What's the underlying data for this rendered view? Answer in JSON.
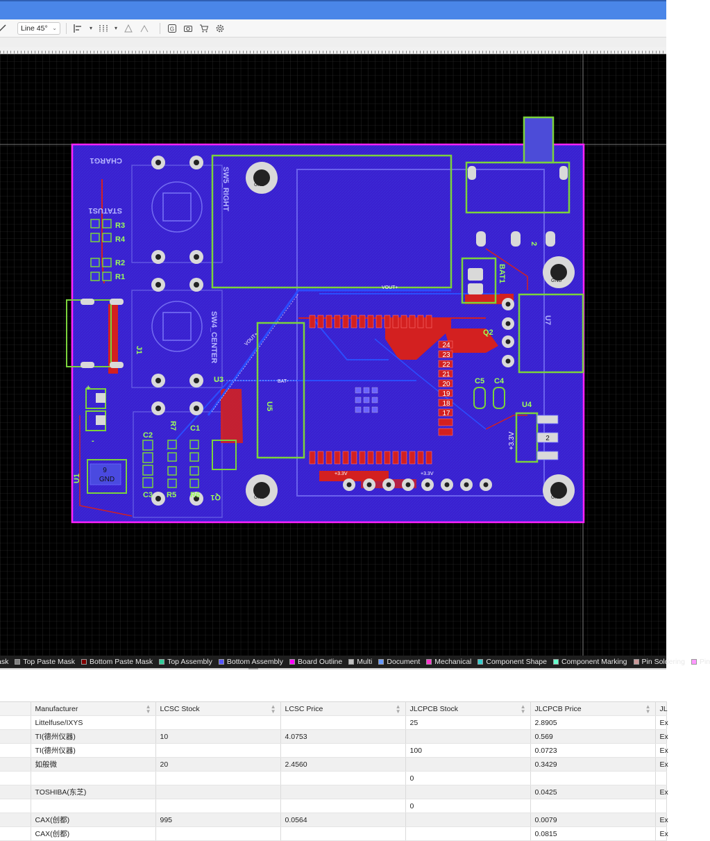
{
  "toolbar": {
    "route_mode": "Line 45°",
    "icons": [
      "route-diagonal-icon",
      "align-icon",
      "distribute-icon",
      "triangle-icon",
      "shape-icon",
      "layer-g-icon",
      "camera-icon",
      "cart-icon",
      "gear-icon"
    ]
  },
  "board": {
    "silkscreen_labels": [
      {
        "id": "charge",
        "text": "CHARG1"
      },
      {
        "id": "status",
        "text": "STATUS1"
      },
      {
        "id": "r3",
        "text": "R3"
      },
      {
        "id": "r4",
        "text": "R4"
      },
      {
        "id": "r2",
        "text": "R2"
      },
      {
        "id": "r1",
        "text": "R1"
      },
      {
        "id": "j1",
        "text": "J1"
      },
      {
        "id": "u1",
        "text": "U1"
      },
      {
        "id": "u1-pin",
        "text": "9"
      },
      {
        "id": "u1-gnd",
        "text": "GND"
      },
      {
        "id": "c2",
        "text": "C2"
      },
      {
        "id": "r7",
        "text": "R7"
      },
      {
        "id": "c1",
        "text": "C1"
      },
      {
        "id": "c3",
        "text": "C3"
      },
      {
        "id": "r5",
        "text": "R5"
      },
      {
        "id": "r6",
        "text": "R6"
      },
      {
        "id": "u3",
        "text": "U3"
      },
      {
        "id": "q1",
        "text": "Q1"
      },
      {
        "id": "u5",
        "text": "U5"
      },
      {
        "id": "sw5",
        "text": "SW5_RIGHT"
      },
      {
        "id": "sw4",
        "text": "SW4_CENTER"
      },
      {
        "id": "bat1",
        "text": "BAT1"
      },
      {
        "id": "q2",
        "text": "Q2"
      },
      {
        "id": "c5",
        "text": "C5"
      },
      {
        "id": "c4",
        "text": "C4"
      },
      {
        "id": "u4",
        "text": "U4"
      },
      {
        "id": "u4-2",
        "text": "2"
      },
      {
        "id": "u4-33",
        "text": "+3.3V"
      },
      {
        "id": "u7",
        "text": "U7"
      },
      {
        "id": "sw2",
        "text": "2"
      },
      {
        "id": "vout",
        "text": "VOUT+"
      },
      {
        "id": "vout2",
        "text": "VOUT+"
      },
      {
        "id": "batm",
        "text": "BAT-"
      },
      {
        "id": "gnd1",
        "text": "GND"
      },
      {
        "id": "gnd2",
        "text": "GND"
      },
      {
        "id": "gnd3",
        "text": "GND"
      },
      {
        "id": "gnd4",
        "text": "GND"
      },
      {
        "id": "v33a",
        "text": "+3.3V"
      },
      {
        "id": "v33b",
        "text": "+3.3V"
      },
      {
        "id": "plus",
        "text": "+"
      },
      {
        "id": "minus",
        "text": "-"
      }
    ],
    "header_numbers": [
      "24",
      "23",
      "22",
      "21",
      "20",
      "19",
      "18",
      "17"
    ]
  },
  "layers": [
    {
      "label": "ask",
      "color": "#777777"
    },
    {
      "label": "Top Paste Mask",
      "color": "#808080"
    },
    {
      "label": "Bottom Paste Mask",
      "color": "#800000"
    },
    {
      "label": "Top Assembly",
      "color": "#33cc99"
    },
    {
      "label": "Bottom Assembly",
      "color": "#5555ff"
    },
    {
      "label": "Board Outline",
      "color": "#ff00ff"
    },
    {
      "label": "Multi",
      "color": "#c0c0c0"
    },
    {
      "label": "Document",
      "color": "#6699ff"
    },
    {
      "label": "Mechanical",
      "color": "#ff33cc"
    },
    {
      "label": "Component Shape",
      "color": "#33cccc"
    },
    {
      "label": "Component Marking",
      "color": "#66ffcc"
    },
    {
      "label": "Pin Soldering",
      "color": "#cc9999"
    },
    {
      "label": "Pin",
      "color": "#ff99ff"
    }
  ],
  "bom": {
    "columns": [
      "",
      "Manufacturer",
      "LCSC Stock",
      "LCSC Price",
      "JLCPCB Stock",
      "JLCPCB Price",
      "JL"
    ],
    "rows": [
      [
        "",
        "Littelfuse/IXYS",
        "",
        "",
        "25",
        "2.8905",
        "Ex"
      ],
      [
        "",
        "TI(德州仪器)",
        "10",
        "4.0753",
        "",
        "0.569",
        "Ex"
      ],
      [
        "",
        "TI(德州仪器)",
        "",
        "",
        "100",
        "0.0723",
        "Ex"
      ],
      [
        "",
        "如般微",
        "20",
        "2.4560",
        "",
        "0.3429",
        "Ex"
      ],
      [
        "",
        "",
        "",
        "",
        "0",
        "",
        ""
      ],
      [
        "",
        "TOSHIBA(东芝)",
        "",
        "",
        "",
        "0.0425",
        "Ex"
      ],
      [
        "",
        "",
        "",
        "",
        "0",
        "",
        ""
      ],
      [
        "",
        "CAX(创都)",
        "995",
        "0.0564",
        "",
        "0.0079",
        "Ex"
      ],
      [
        "",
        "CAX(创都)",
        "",
        "",
        "",
        "0.0815",
        "Ex"
      ]
    ]
  }
}
